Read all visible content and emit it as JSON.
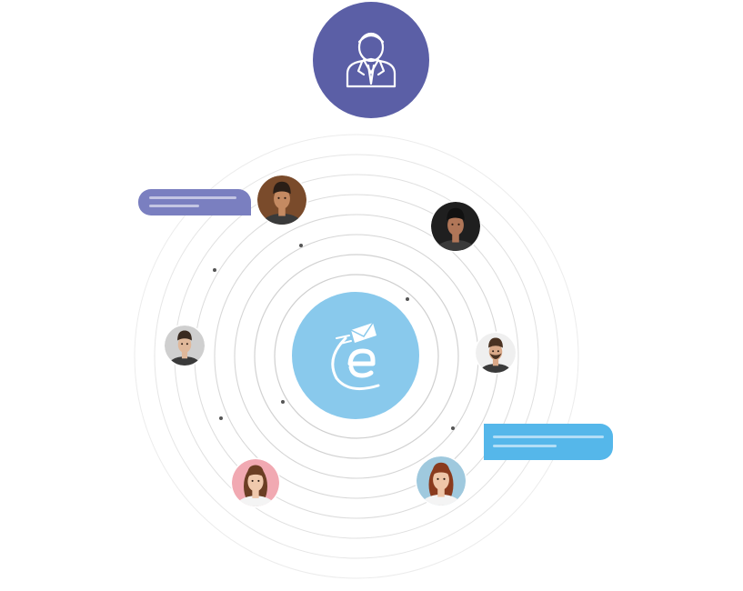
{
  "colors": {
    "admin_circle": "#5b5fa6",
    "logo_circle": "#89c9ec",
    "bubble_left": "#7a7fc0",
    "bubble_right": "#55b7ea",
    "ring_stroke": "#d6d6d6",
    "dot": "#555555"
  },
  "icons": {
    "admin": "businessman-icon",
    "logo": "email-e-logo-icon"
  },
  "avatars": [
    {
      "name": "avatar-man-curly-hair",
      "skin": "#c48a62",
      "hair": "#2a1e16",
      "bg": "#7a4b2b"
    },
    {
      "name": "avatar-man-dark-background",
      "skin": "#b07658",
      "hair": "#111111",
      "bg": "#1f1f1f"
    },
    {
      "name": "avatar-young-man-left",
      "skin": "#e0b89a",
      "hair": "#3a2a20",
      "bg": "#cfcfcf"
    },
    {
      "name": "avatar-man-beard",
      "skin": "#d9a888",
      "hair": "#4a3222",
      "bg": "#efefef"
    },
    {
      "name": "avatar-woman-pink-background",
      "skin": "#f0c9ad",
      "hair": "#6b3e24",
      "bg": "#f1a9b2"
    },
    {
      "name": "avatar-woman-red-hair",
      "skin": "#efc6a8",
      "hair": "#8a3b1e",
      "bg": "#9fc9de"
    }
  ]
}
